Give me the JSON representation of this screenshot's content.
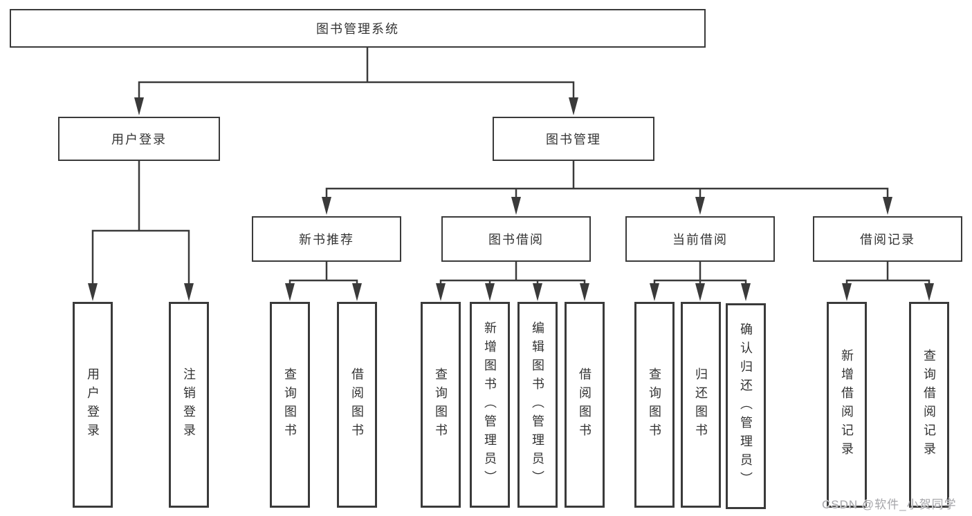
{
  "diagram": {
    "root": {
      "label": "图书管理系统"
    },
    "level2": [
      {
        "label": "用户登录"
      },
      {
        "label": "图书管理"
      }
    ],
    "level3": [
      {
        "label": "新书推荐"
      },
      {
        "label": "图书借阅"
      },
      {
        "label": "当前借阅"
      },
      {
        "label": "借阅记录"
      }
    ],
    "leaves": [
      {
        "label": "用户登录",
        "parent": "用户登录"
      },
      {
        "label": "注销登录",
        "parent": "用户登录"
      },
      {
        "label": "查询图书",
        "parent": "新书推荐"
      },
      {
        "label": "借阅图书",
        "parent": "新书推荐"
      },
      {
        "label": "查询图书",
        "parent": "图书借阅"
      },
      {
        "label": "新增图书（管理员）",
        "parent": "图书借阅"
      },
      {
        "label": "编辑图书（管理员）",
        "parent": "图书借阅"
      },
      {
        "label": "借阅图书",
        "parent": "图书借阅"
      },
      {
        "label": "查询图书",
        "parent": "当前借阅"
      },
      {
        "label": "归还图书",
        "parent": "当前借阅"
      },
      {
        "label": "确认归还（管理员）",
        "parent": "当前借阅"
      },
      {
        "label": "新增借阅记录",
        "parent": "借阅记录"
      },
      {
        "label": "查询借阅记录",
        "parent": "借阅记录"
      }
    ]
  },
  "watermark": {
    "text": "CSDN @软件_小贺同学"
  },
  "colors": {
    "line": "#3a3a3a",
    "box_border": "#3a3a3a",
    "text": "#333333",
    "watermark_text": "#a5a5a9",
    "background": "#ffffff"
  }
}
